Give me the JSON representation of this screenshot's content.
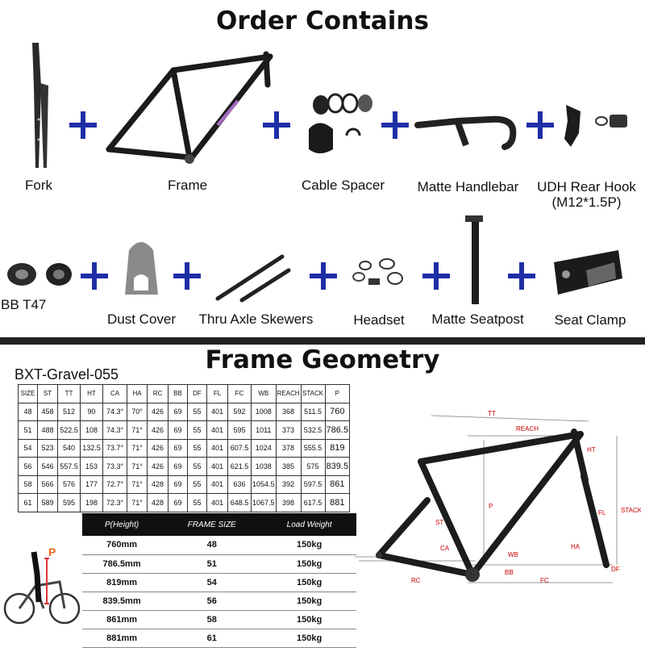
{
  "order": {
    "title": "Order Contains",
    "items": [
      {
        "label": "Fork"
      },
      {
        "label": "Frame"
      },
      {
        "label": "Cable Spacer"
      },
      {
        "label": "Matte Handlebar"
      },
      {
        "label": "UDH Rear Hook",
        "sub": "(M12*1.5P)"
      },
      {
        "label": "BB T47"
      },
      {
        "label": "Dust Cover"
      },
      {
        "label": "Thru Axle Skewers"
      },
      {
        "label": "Headset"
      },
      {
        "label": "Matte Seatpost"
      },
      {
        "label": "Seat Clamp"
      }
    ]
  },
  "geometry": {
    "title": "Frame Geometry",
    "model": "BXT-Gravel-055",
    "headers": [
      "SIZE",
      "ST",
      "TT",
      "HT",
      "CA",
      "HA",
      "RC",
      "BB",
      "DF",
      "FL",
      "FC",
      "WB",
      "REACH",
      "STACK",
      "P"
    ],
    "rows": [
      [
        "48",
        "458",
        "512",
        "90",
        "74.3°",
        "70°",
        "426",
        "69",
        "55",
        "401",
        "592",
        "1008",
        "368",
        "511.5",
        "760"
      ],
      [
        "51",
        "488",
        "522.5",
        "108",
        "74.3°",
        "71°",
        "426",
        "69",
        "55",
        "401",
        "595",
        "1011",
        "373",
        "532.5",
        "786.5"
      ],
      [
        "54",
        "523",
        "540",
        "132.5",
        "73.7°",
        "71°",
        "426",
        "69",
        "55",
        "401",
        "607.5",
        "1024",
        "378",
        "555.5",
        "819"
      ],
      [
        "56",
        "546",
        "557.5",
        "153",
        "73.3°",
        "71°",
        "426",
        "69",
        "55",
        "401",
        "621.5",
        "1038",
        "385",
        "575",
        "839.5"
      ],
      [
        "58",
        "566",
        "576",
        "177",
        "72.7°",
        "71°",
        "428",
        "69",
        "55",
        "401",
        "636",
        "1054.5",
        "392",
        "597.5",
        "861"
      ],
      [
        "61",
        "589",
        "595",
        "198",
        "72.3°",
        "71°",
        "428",
        "69",
        "55",
        "401",
        "648.5",
        "1067.5",
        "398",
        "617.5",
        "881"
      ]
    ]
  },
  "size_chart": {
    "headers": [
      "P(Height)",
      "FRAME SIZE",
      "Load Weight"
    ],
    "rows": [
      [
        "760mm",
        "48",
        "150kg"
      ],
      [
        "786.5mm",
        "51",
        "150kg"
      ],
      [
        "819mm",
        "54",
        "150kg"
      ],
      [
        "839.5mm",
        "56",
        "150kg"
      ],
      [
        "861mm",
        "58",
        "150kg"
      ],
      [
        "881mm",
        "61",
        "150kg"
      ]
    ]
  },
  "rider_label": "P",
  "diagram_labels": {
    "tt": "TT",
    "reach": "REACH",
    "ht": "HT",
    "stack": "STACK",
    "fl": "FL",
    "p": "P",
    "st": "ST",
    "ca": "CA",
    "wb": "WB",
    "ha": "HA",
    "bb": "BB",
    "rc": "RC",
    "fc": "FC",
    "df": "DF"
  },
  "colors": {
    "accent": "#1f2ea6",
    "dim": "#c00000"
  }
}
